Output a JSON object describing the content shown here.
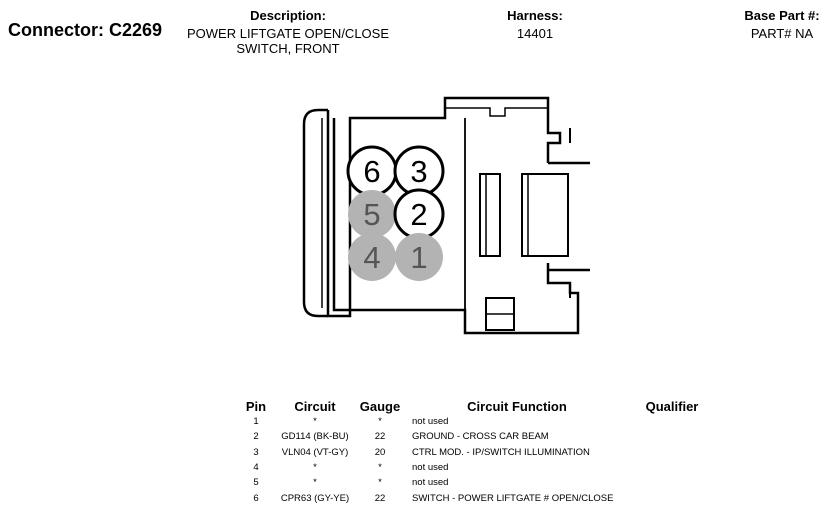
{
  "header": {
    "connector_label": "Connector:",
    "connector_id": "C2269",
    "description_label": "Description:",
    "description_line1": "POWER LIFTGATE OPEN/CLOSE",
    "description_line2": "SWITCH, FRONT",
    "harness_label": "Harness:",
    "harness_value": "14401",
    "base_part_label": "Base Part #:",
    "base_part_value": "PART# NA"
  },
  "connector_face": {
    "pins": [
      {
        "number": "6",
        "used": true
      },
      {
        "number": "3",
        "used": true
      },
      {
        "number": "5",
        "used": false
      },
      {
        "number": "2",
        "used": true
      },
      {
        "number": "4",
        "used": false
      },
      {
        "number": "1",
        "used": false
      }
    ],
    "colors": {
      "used_fill": "#ffffff",
      "unused_fill": "#b3b3b3",
      "unused_text": "#555555",
      "outline": "#000000"
    }
  },
  "pin_table": {
    "headers": {
      "pin": "Pin",
      "circuit": "Circuit",
      "gauge": "Gauge",
      "function": "Circuit Function",
      "qualifier": "Qualifier"
    },
    "rows": [
      {
        "pin": "1",
        "circuit": "*",
        "gauge": "*",
        "function": "not used",
        "qualifier": ""
      },
      {
        "pin": "2",
        "circuit": "GD114 (BK-BU)",
        "gauge": "22",
        "function": "GROUND - CROSS CAR BEAM",
        "qualifier": ""
      },
      {
        "pin": "3",
        "circuit": "VLN04 (VT-GY)",
        "gauge": "20",
        "function": "CTRL MOD. - IP/SWITCH ILLUMINATION",
        "qualifier": ""
      },
      {
        "pin": "4",
        "circuit": "*",
        "gauge": "*",
        "function": "not used",
        "qualifier": ""
      },
      {
        "pin": "5",
        "circuit": "*",
        "gauge": "*",
        "function": "not used",
        "qualifier": ""
      },
      {
        "pin": "6",
        "circuit": "CPR63 (GY-YE)",
        "gauge": "22",
        "function": "SWITCH - POWER LIFTGATE # OPEN/CLOSE",
        "qualifier": ""
      }
    ]
  }
}
